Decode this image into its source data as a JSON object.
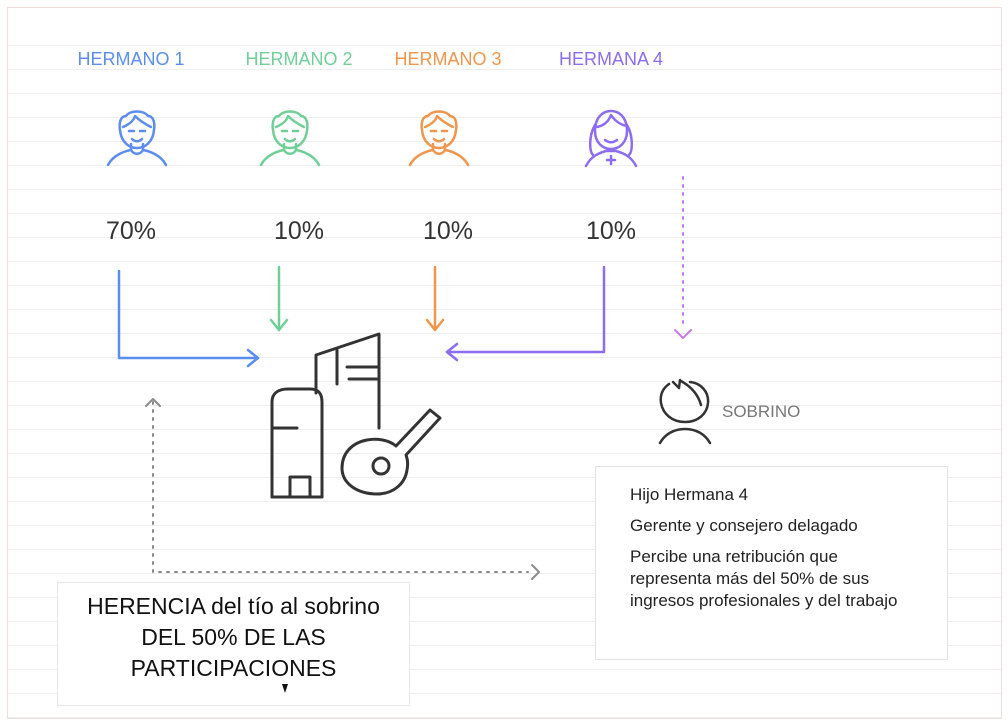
{
  "colors": {
    "blue": "#5b8def",
    "green": "#6fcf97",
    "orange": "#f0954c",
    "purple": "#8c6cf0",
    "purple_light": "#c77ae8",
    "gray": "#8a8a8a",
    "dark": "#333333"
  },
  "siblings": [
    {
      "name": "HERMANO 1",
      "percent": "70%",
      "icon": "boy-avatar-icon"
    },
    {
      "name": "HERMANO 2",
      "percent": "10%",
      "icon": "boy-avatar-icon"
    },
    {
      "name": "HERMANO 3",
      "percent": "10%",
      "icon": "boy-avatar-icon"
    },
    {
      "name": "HERMANA 4",
      "percent": "10%",
      "icon": "girl-avatar-icon"
    }
  ],
  "company_icon": "company-buildings-key-icon",
  "sobrino": {
    "label": "SOBRINO",
    "icon": "rotating-person-icon",
    "lines": [
      "Hijo Hermana 4",
      "Gerente y consejero delagado",
      "Percibe una retribución que representa más del 50% de sus ingresos profesionales y del trabajo"
    ]
  },
  "herencia": "HERENCIA del tío al sobrino DEL 50% DE LAS PARTICIPACIONES"
}
